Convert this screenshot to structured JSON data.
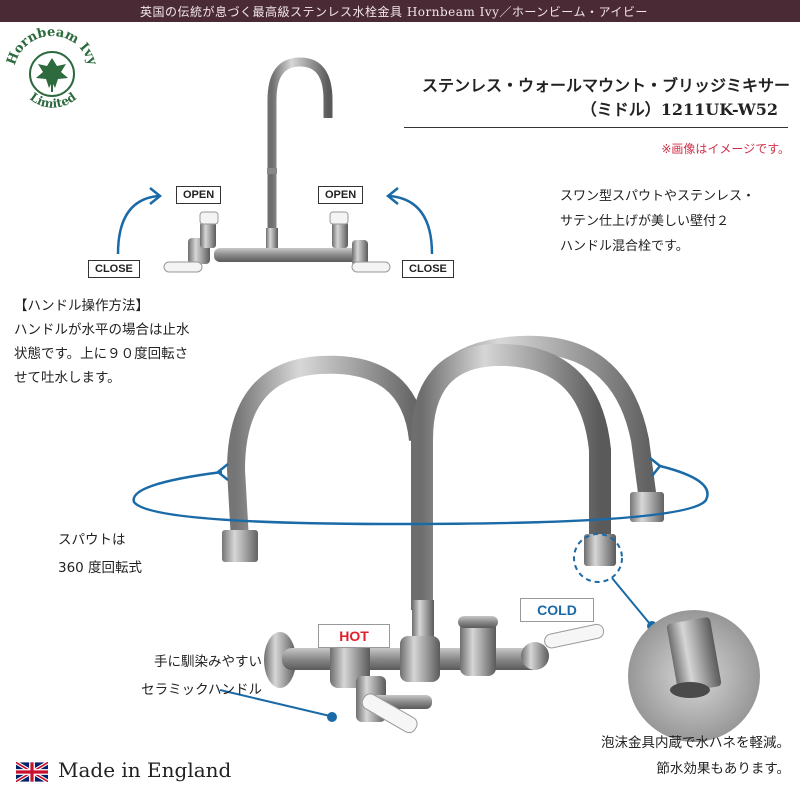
{
  "header": {
    "tagline": "英国の伝統が息づく最高級ステンレス水栓金具 Hornbeam Ivy／ホーンビーム・アイビー"
  },
  "logo": {
    "line1": "Hornbeam Ivy",
    "line2": "Limited",
    "icon": "ivy-leaf-icon"
  },
  "product": {
    "title_line1": "ステンレス・ウォールマウント・ブリッジミキサー",
    "title_line2": "（ミドル）1211UK-W52",
    "note": "※画像はイメージです。",
    "description": [
      "スワン型スパウトやステンレス・",
      "サテン仕上げが美しい壁付２",
      "ハンドル混合栓です。"
    ]
  },
  "handle_diagram": {
    "open_left": "OPEN",
    "open_right": "OPEN",
    "close_left": "CLOSE",
    "close_right": "CLOSE"
  },
  "instructions": {
    "heading": "【ハンドル操作方法】",
    "lines": [
      "ハンドルが水平の場合は止水",
      "状態です。上に９０度回転さ",
      "せて吐水します。"
    ]
  },
  "features": {
    "spout": [
      "スパウトは",
      "360 度回転式"
    ],
    "handle": [
      "手に馴染みやすい",
      "セラミックハンドル"
    ],
    "aerator": [
      "泡沫金具内蔵で水ハネを軽減。",
      "節水効果もあります。"
    ]
  },
  "temp_labels": {
    "hot": "HOT",
    "cold": "COLD"
  },
  "footer": {
    "origin": "Made in England",
    "flag_icon": "union-jack-flag-icon"
  },
  "colors": {
    "header_bg": "#4a2a35",
    "logo_green": "#2d6a3e",
    "arrow_blue": "#1a6aa8",
    "hot_red": "#e0202a",
    "note_red": "#d0304a"
  }
}
